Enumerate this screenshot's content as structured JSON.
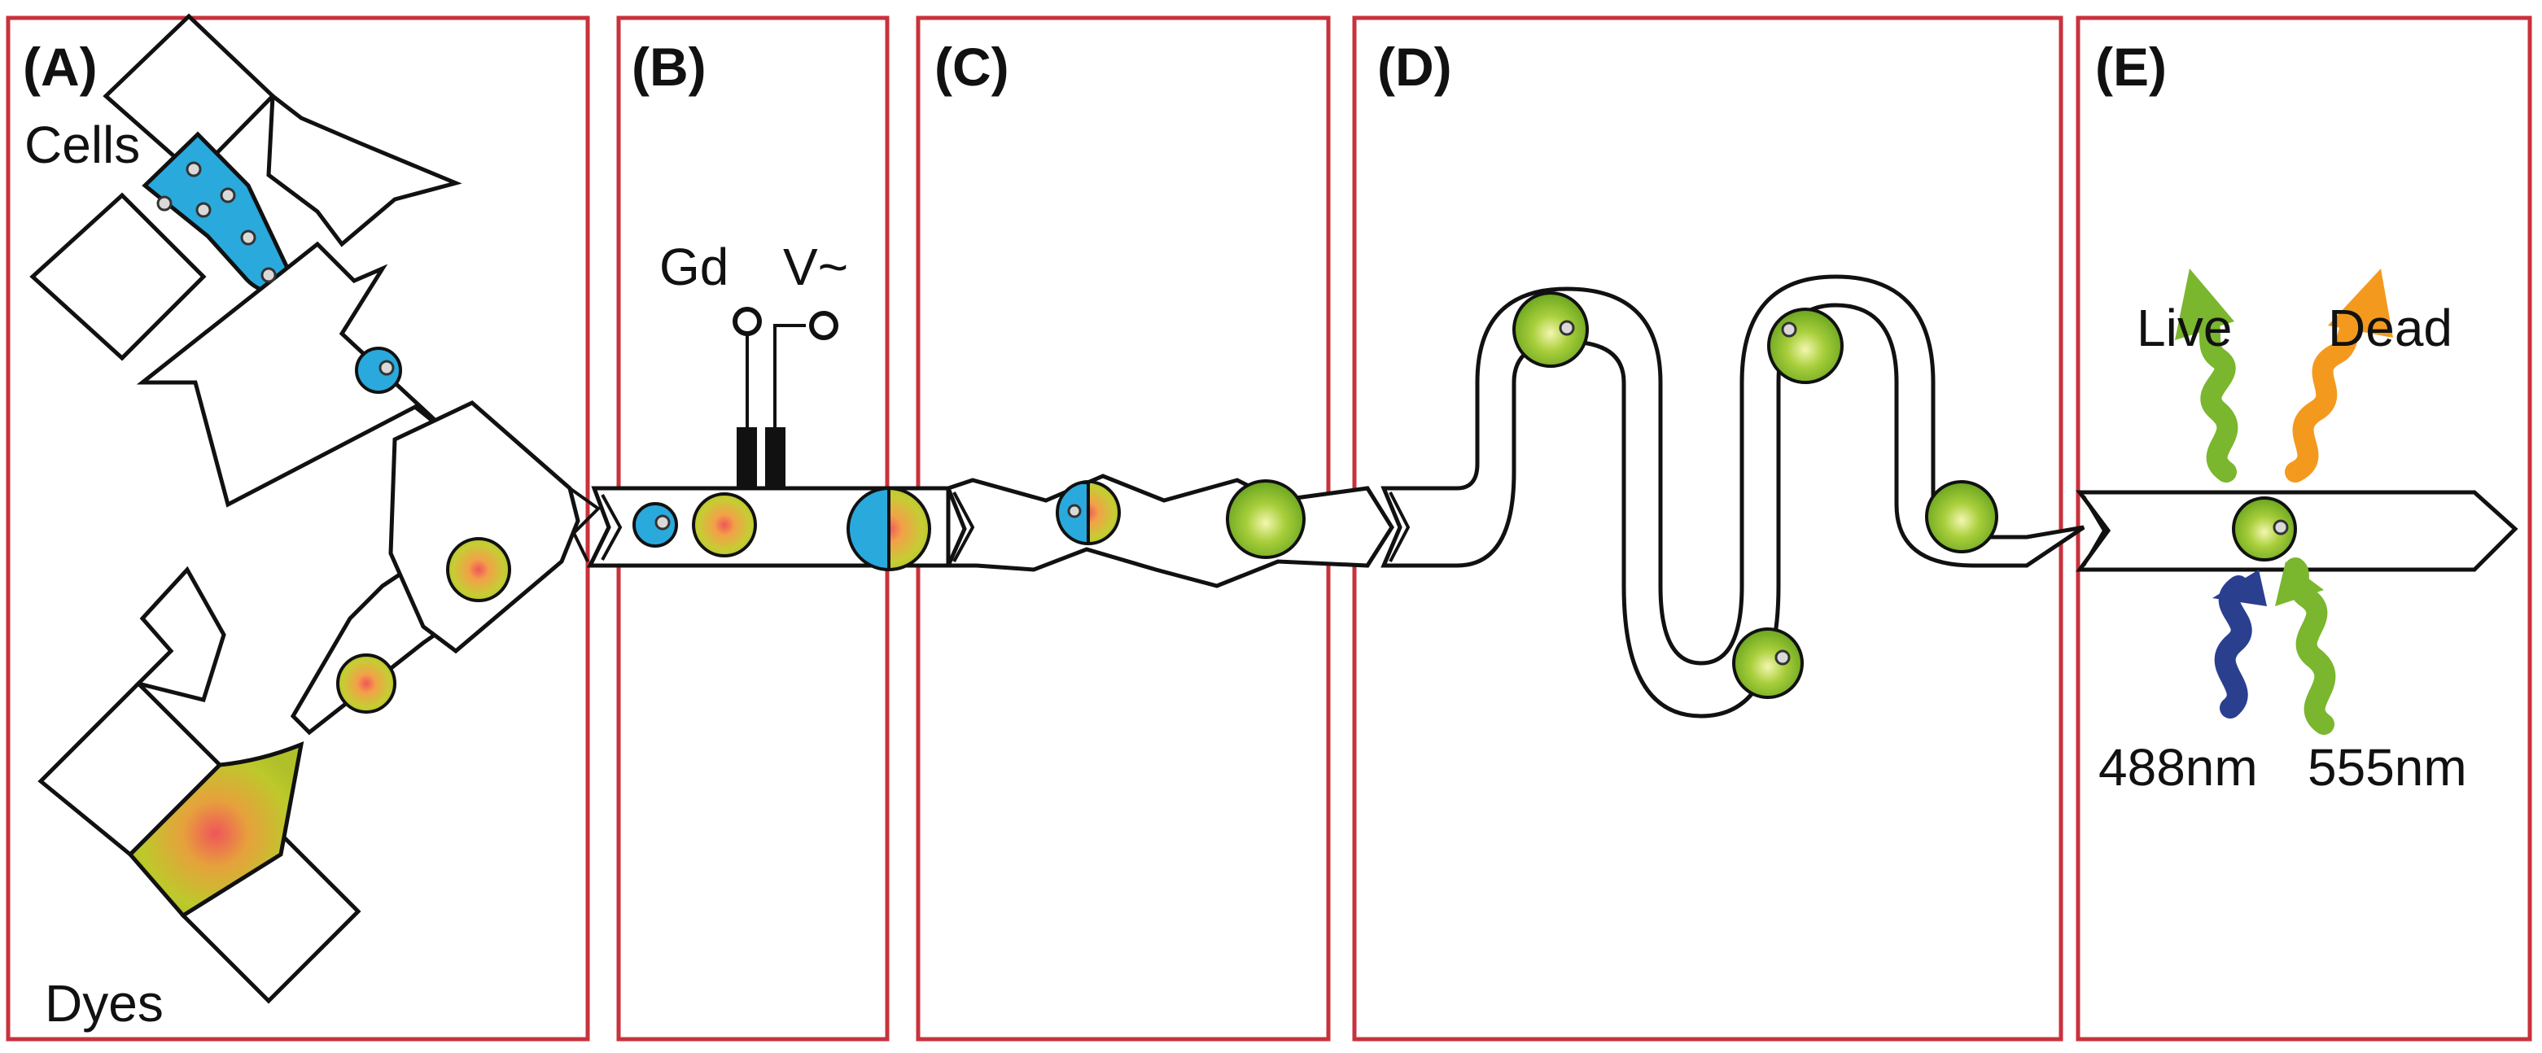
{
  "panels": [
    {
      "id": "A",
      "label": "(A)"
    },
    {
      "id": "B",
      "label": "(B)"
    },
    {
      "id": "C",
      "label": "(C)"
    },
    {
      "id": "D",
      "label": "(D)"
    },
    {
      "id": "E",
      "label": "(E)"
    }
  ],
  "labels": {
    "cells": "Cells",
    "dyes": "Dyes",
    "ground": "Gd",
    "voltage": "V~",
    "live": "Live",
    "dead": "Dead",
    "excitation_488": "488nm",
    "excitation_555": "555nm"
  },
  "colors": {
    "panel_border": "#c8323c",
    "cell_fluid": "#2aa9dd",
    "dye_fluid": "#b8c92a",
    "dye_center": "#f0555a",
    "droplet_green": "#8cbf2a",
    "droplet_highlight": "#f4f6b0",
    "arrow_green": "#7ab62e",
    "arrow_orange": "#f39a1e",
    "arrow_blue": "#2b3f8f"
  }
}
